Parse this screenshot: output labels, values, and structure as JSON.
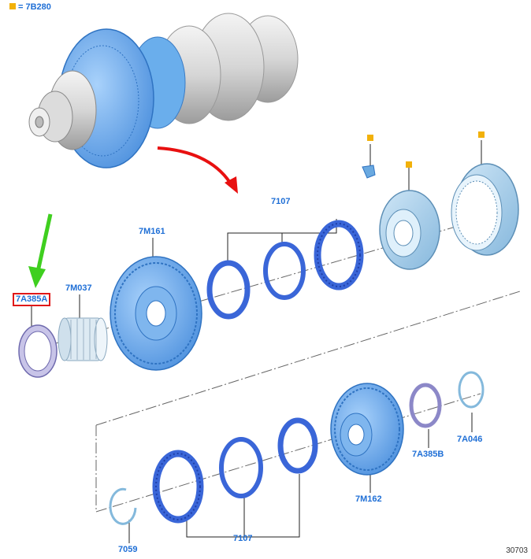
{
  "legend": {
    "marker_color": "#f2b10a",
    "text": "= 7B280"
  },
  "labels": {
    "washer_front": "7A385A",
    "bearing": "7M037",
    "gear_front": "7M161",
    "synchro_rings_top": "7107",
    "gear_rear": "7M162",
    "washer_rear": "7A385B",
    "snap_ring_right": "7A046",
    "snap_ring_left": "7059",
    "synchro_rings_bottom": "7107"
  },
  "reference_code": "30703",
  "colors": {
    "label_text": "#1f6fd6",
    "highlight_box": "#e01818",
    "indicator_arrow_green": "#3fcf1f",
    "indicator_arrow_red": "#e81010",
    "part_blue": "#5aa2ea"
  }
}
